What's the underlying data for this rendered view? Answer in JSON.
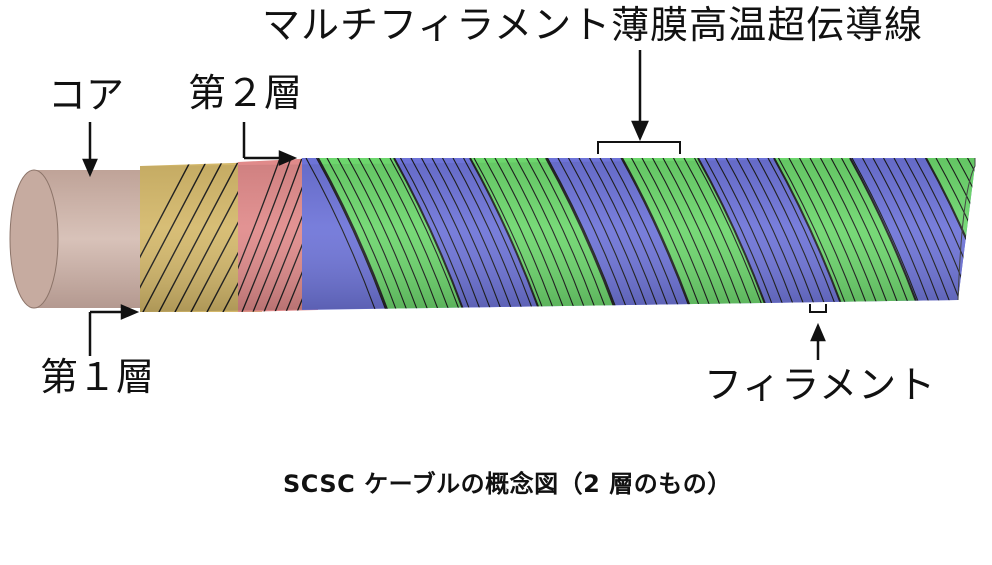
{
  "labels": {
    "title": "マルチフィラメント薄膜高温超伝導線",
    "core": "コア",
    "layer2": "第２層",
    "layer1": "第１層",
    "filament": "フィラメント",
    "caption": "SCSC ケーブルの概念図（2 層のもの）"
  },
  "colors": {
    "core": "#c9aea4",
    "layer1": "#d4b86a",
    "layer2": "#e08a8a",
    "filament_green": "#6cd66c",
    "filament_blue": "#6d73d8",
    "stripe": "#1a1a1a"
  }
}
